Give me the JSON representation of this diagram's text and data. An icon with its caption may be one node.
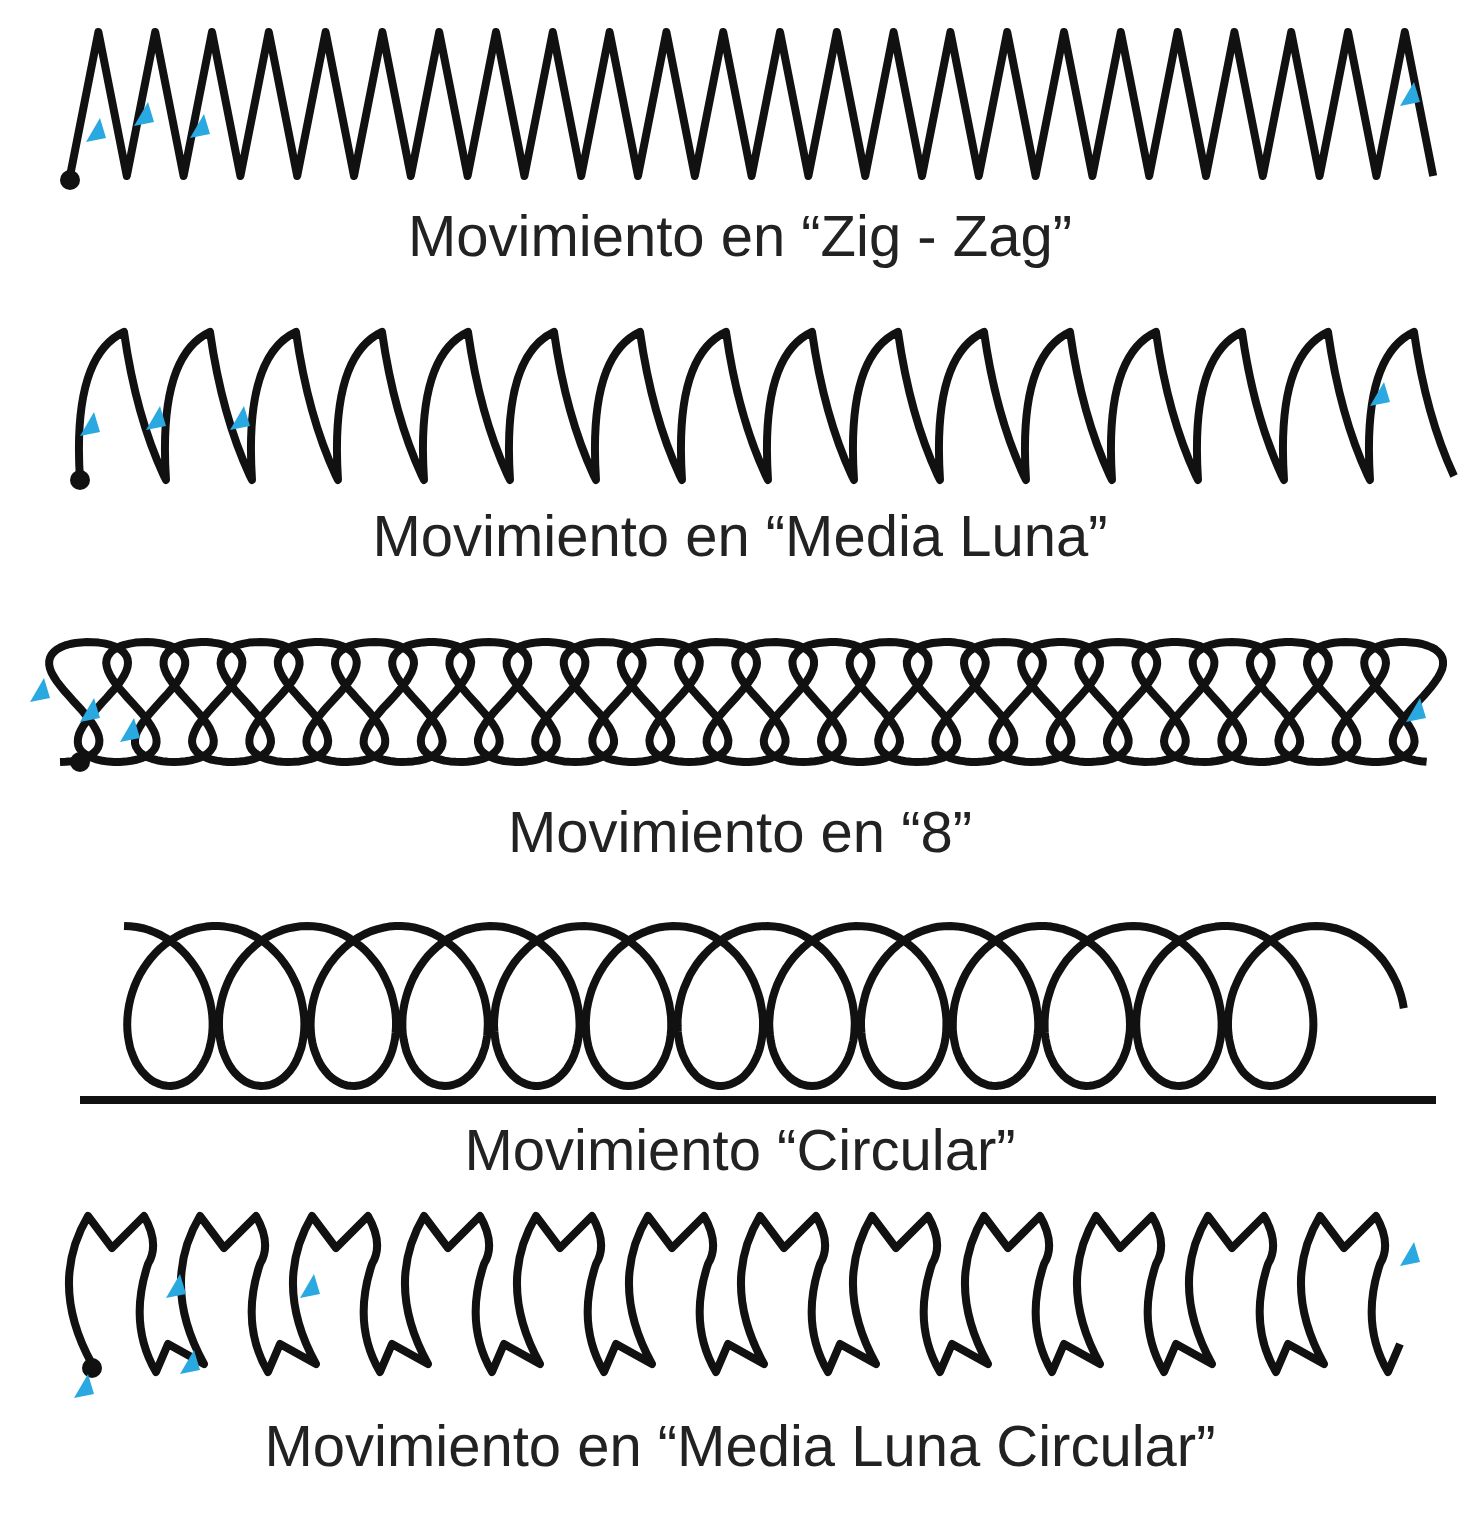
{
  "diagram": {
    "labels": [
      "Movimiento en “Zig - Zag”",
      "Movimiento en “Media Luna”",
      "Movimiento en “8”",
      "Movimiento “Circular”",
      "Movimiento en “Media Luna Circular”"
    ]
  }
}
